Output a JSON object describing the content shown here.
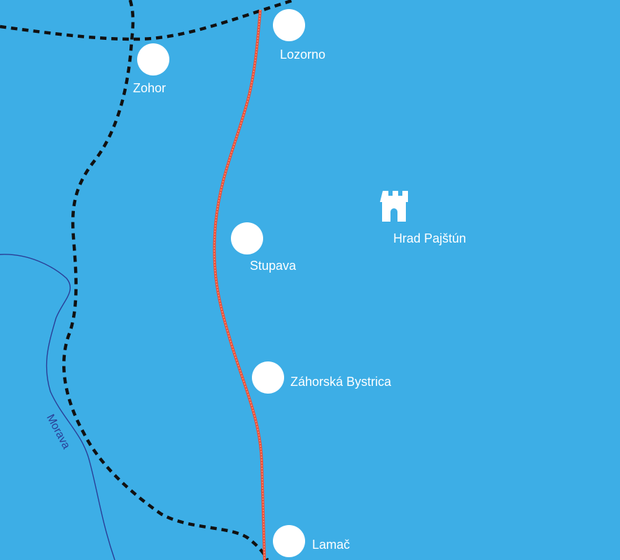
{
  "map": {
    "colors": {
      "background": "#3daee6",
      "town_marker": "#ffffff",
      "border_dashed": "#111111",
      "route": "#e8513a",
      "river": "#2a3d96",
      "castle": "#ffffff"
    },
    "towns": [
      {
        "name": "Lozorno",
        "icon": "town-circle"
      },
      {
        "name": "Zohor",
        "icon": "town-circle"
      },
      {
        "name": "Stupava",
        "icon": "town-circle"
      },
      {
        "name": "Záhorská Bystrica",
        "icon": "town-circle"
      },
      {
        "name": "Lamač",
        "icon": "town-circle"
      }
    ],
    "landmark": {
      "name": "Hrad Pajštún",
      "icon": "castle-icon"
    },
    "river": {
      "name": "Morava"
    }
  }
}
